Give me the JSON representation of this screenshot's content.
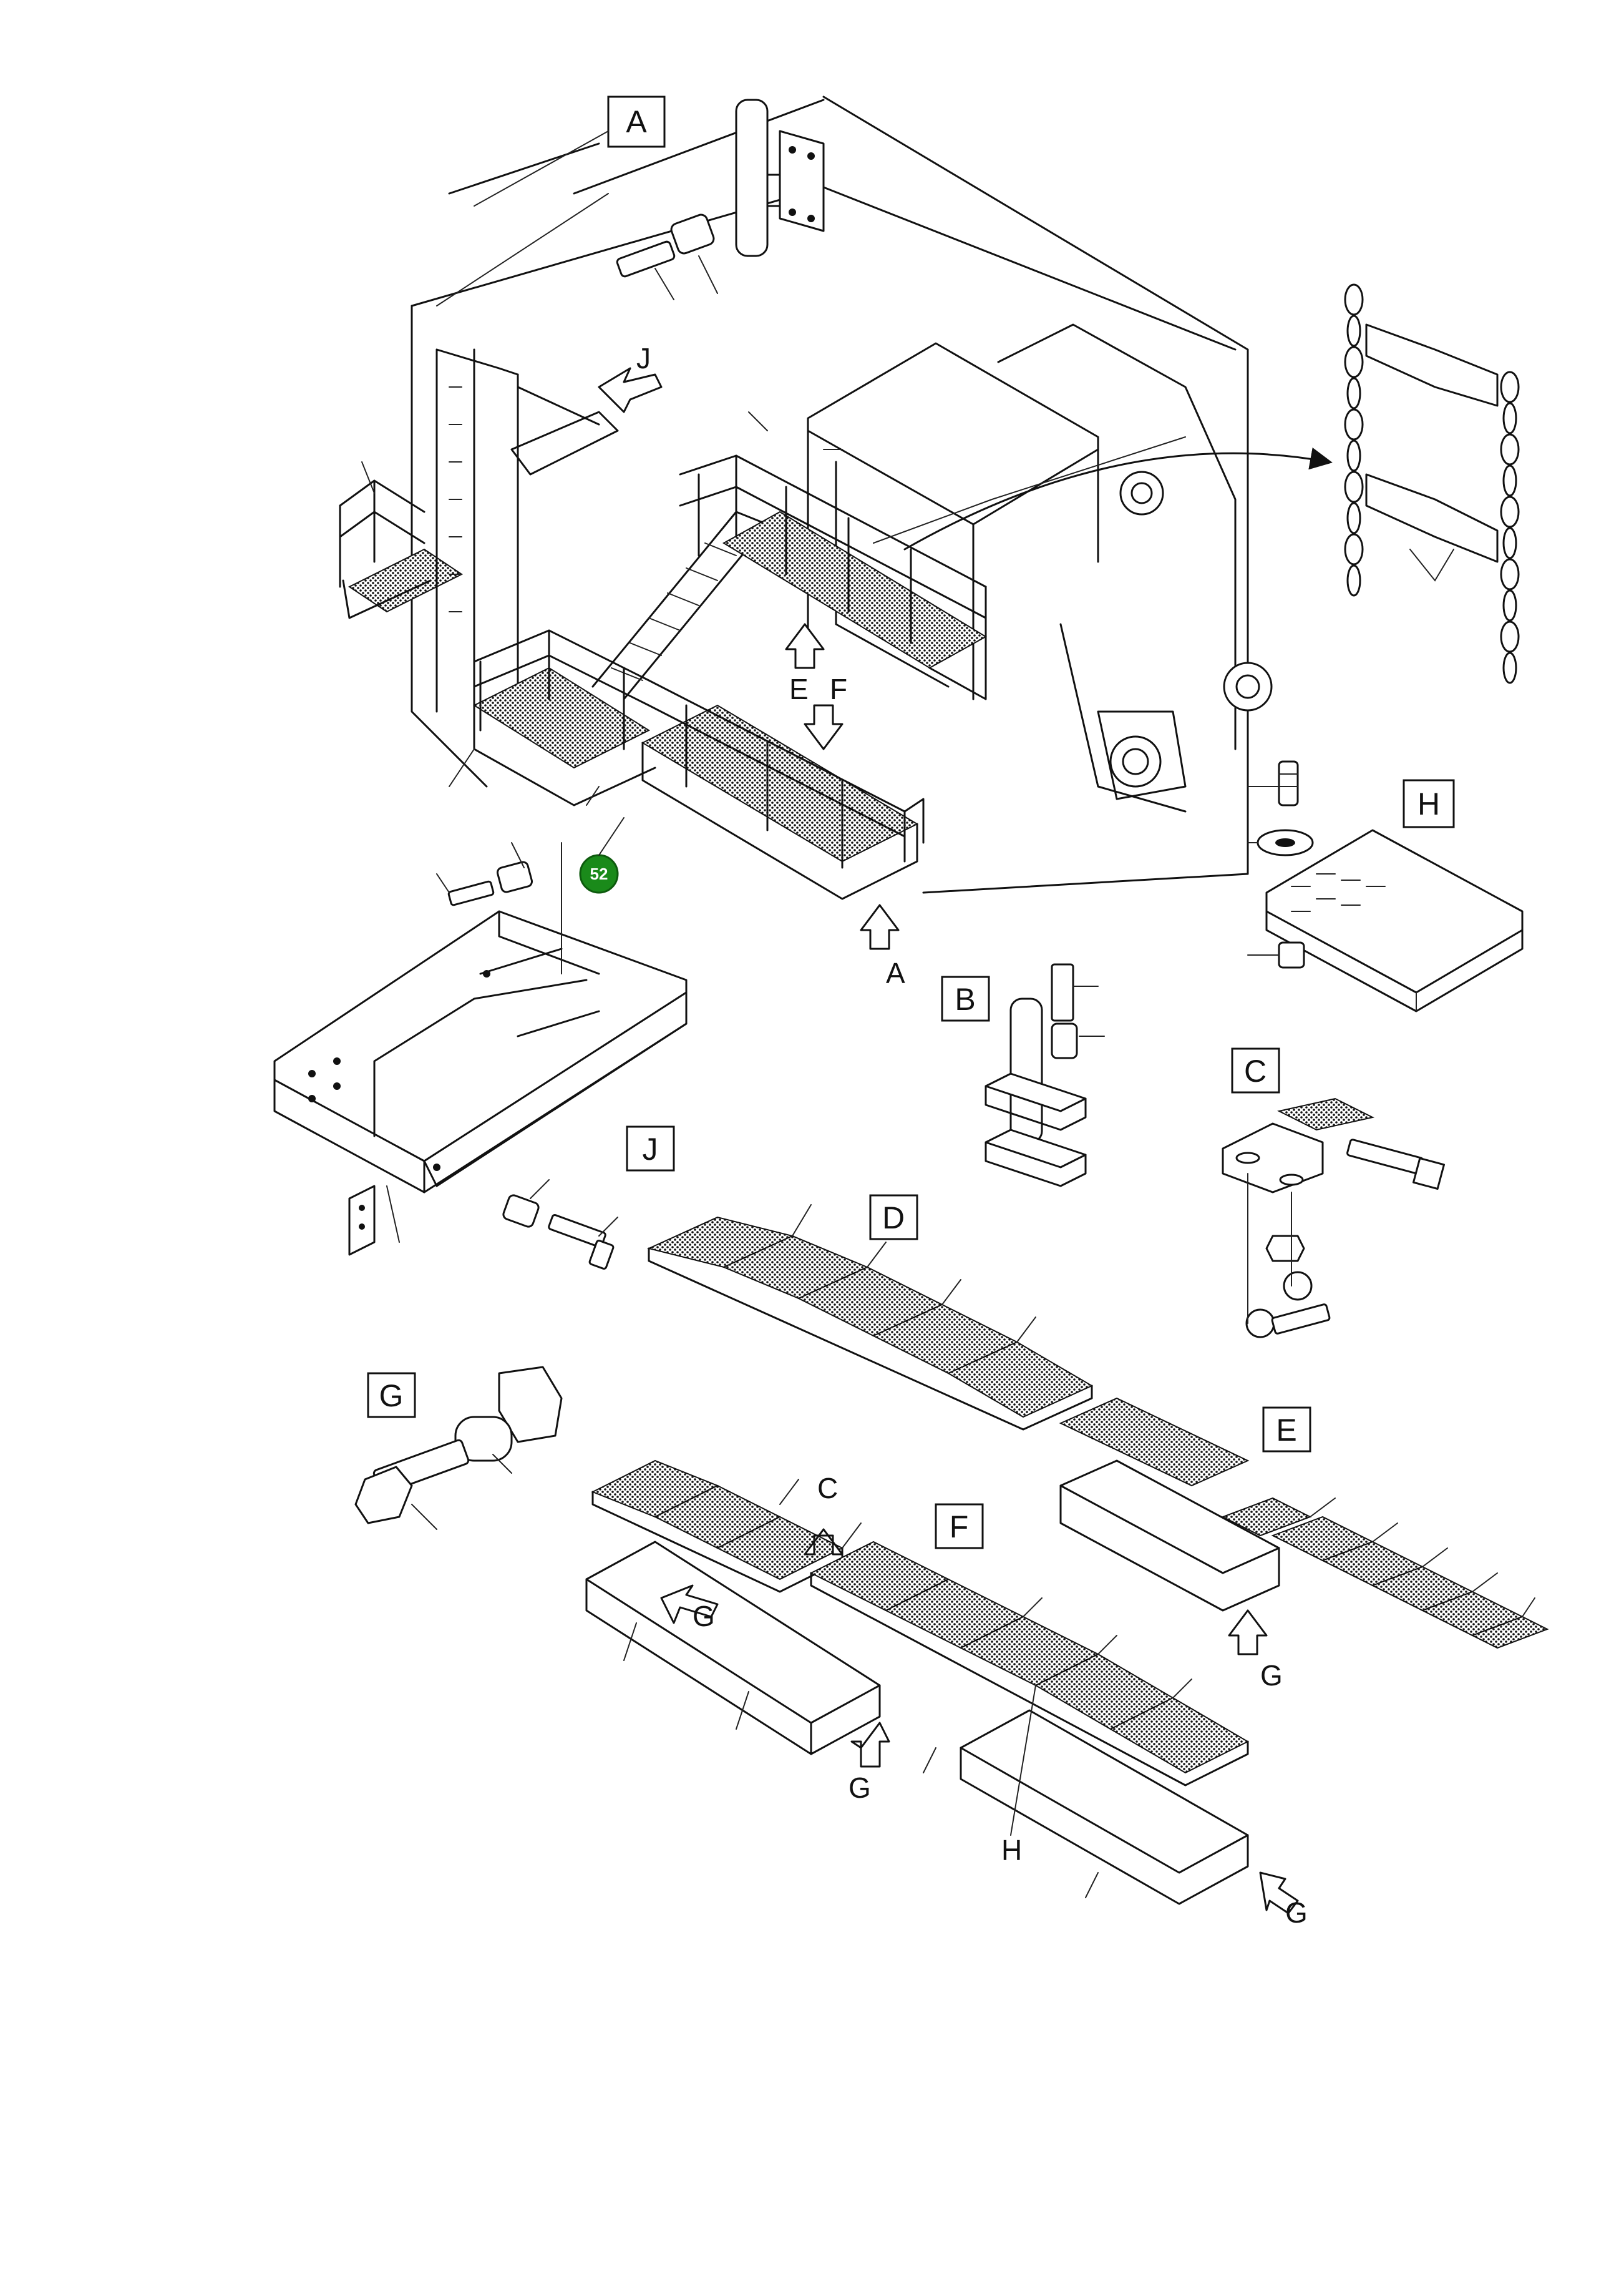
{
  "diagram": {
    "boxed_labels": {
      "A": "A",
      "B": "B",
      "C": "C",
      "D": "D",
      "E": "E",
      "F": "F",
      "G": "G",
      "H": "H",
      "J": "J"
    },
    "callouts": {
      "J_arrow": "J",
      "E_arrow": "E",
      "F_arrow": "F",
      "A_arrow": "A",
      "C_arrow": "C",
      "G_arrow_left": "G",
      "G_arrow_center": "G",
      "G_arrow_right": "G",
      "G_arrow_E": "G",
      "H_pointer": "H"
    },
    "badge": {
      "text": "52",
      "color": "#1a8a1a"
    }
  }
}
